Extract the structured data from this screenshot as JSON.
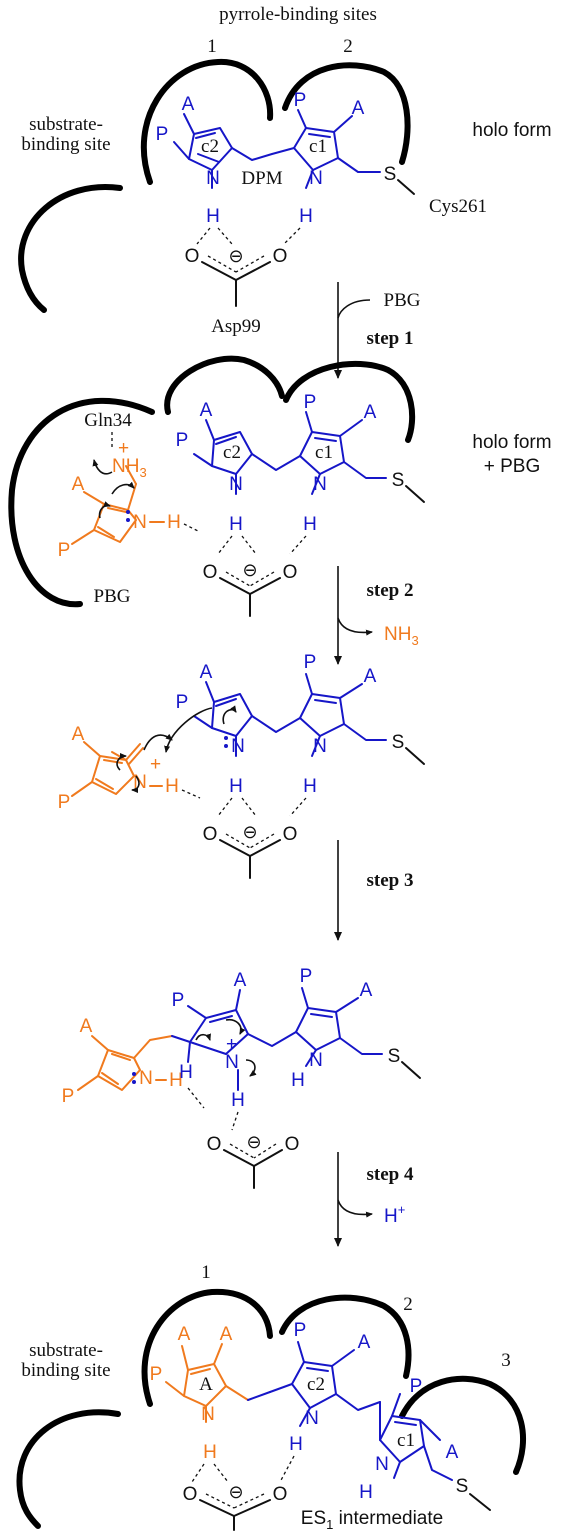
{
  "labels": {
    "title": "pyrrole-binding sites",
    "site_1": "1",
    "site_2": "2",
    "site_3": "3",
    "substrate_site": [
      "substrate-",
      "binding site"
    ],
    "holo_form": "holo form",
    "holo_form_pbg": [
      "holo form",
      "+ PBG"
    ],
    "dpm": "DPM",
    "cys": "Cys261",
    "asp": "Asp99",
    "gln": "Gln34",
    "pbg_reagent": "PBG",
    "pbg_label": "PBG",
    "step1": "step 1",
    "step2": "step 2",
    "step3": "step 3",
    "step4": "step 4",
    "nh3_product": "NH",
    "nh3_sub": "3",
    "nh3_group": "NH",
    "nh3_group_sub": "3",
    "h_plus": "H",
    "h_plus_sup": "+",
    "es1": "ES",
    "es1_sub": "1",
    "es1_rest": " intermediate",
    "c1": "c1",
    "c2": "c2",
    "ring_a": "A",
    "acetate": "A",
    "propionate": "P",
    "nitrogen": "N",
    "hydrogen": "H",
    "sulfur": "S",
    "oxygen": "O",
    "minus": "⊖",
    "plus": "+"
  },
  "colors": {
    "enzyme_bound": "#1616c8",
    "substrate": "#f07a1e",
    "protein": "#111111"
  }
}
